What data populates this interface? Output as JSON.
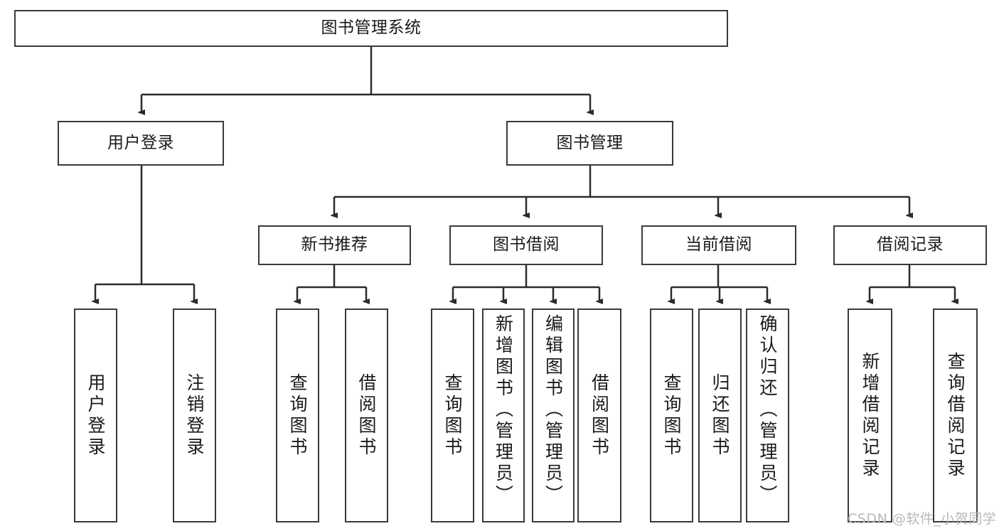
{
  "diagram": {
    "title": "图书管理系统",
    "type": "hierarchy-tree",
    "watermark": "CSDN @软件_小贺同学",
    "colors": {
      "box_border": "#3a3a3a",
      "box_fill": "#ffffff",
      "connector": "#2b2b2b",
      "text": "#1a1a1a",
      "watermark": "#b8b8b8"
    },
    "nodes": {
      "root": "图书管理系统",
      "level2": [
        "用户登录",
        "图书管理"
      ],
      "level3": [
        "新书推荐",
        "图书借阅",
        "当前借阅",
        "借阅记录"
      ],
      "leaves": {
        "user_login": [
          "用户登录",
          "注销登录"
        ],
        "new_book_recommend": [
          "查询图书",
          "借阅图书"
        ],
        "book_borrow": [
          "查询图书",
          "新增图书（管理员）",
          "编辑图书（管理员）",
          "借阅图书"
        ],
        "current_borrow": [
          "查询图书",
          "归还图书",
          "确认归还（管理员）"
        ],
        "borrow_record": [
          "新增借阅记录",
          "查询借阅记录"
        ]
      }
    }
  }
}
